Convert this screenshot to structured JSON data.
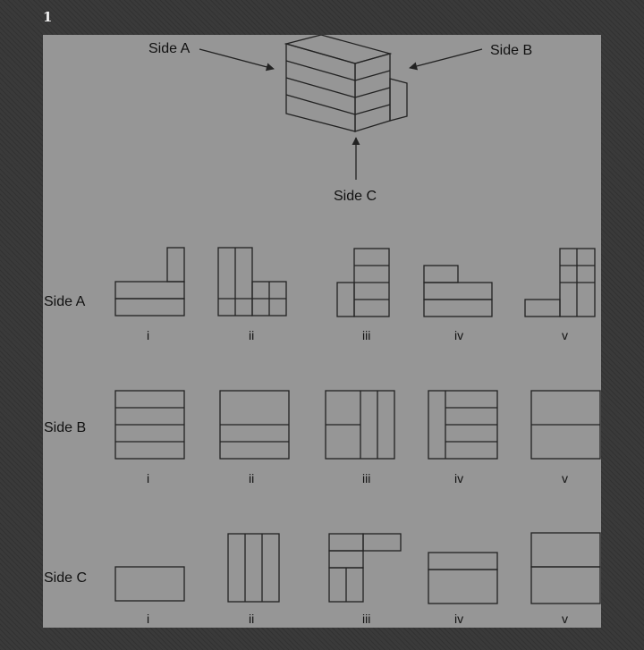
{
  "question_number": "1",
  "figure": {
    "side_a_label": "Side A",
    "side_b_label": "Side B",
    "side_c_label": "Side C"
  },
  "rows": [
    {
      "label": "Side A",
      "options": [
        "i",
        "ii",
        "iii",
        "iv",
        "v"
      ]
    },
    {
      "label": "Side B",
      "options": [
        "i",
        "ii",
        "iii",
        "iv",
        "v"
      ]
    },
    {
      "label": "Side C",
      "options": [
        "i",
        "ii",
        "iii",
        "iv",
        "v"
      ]
    }
  ]
}
